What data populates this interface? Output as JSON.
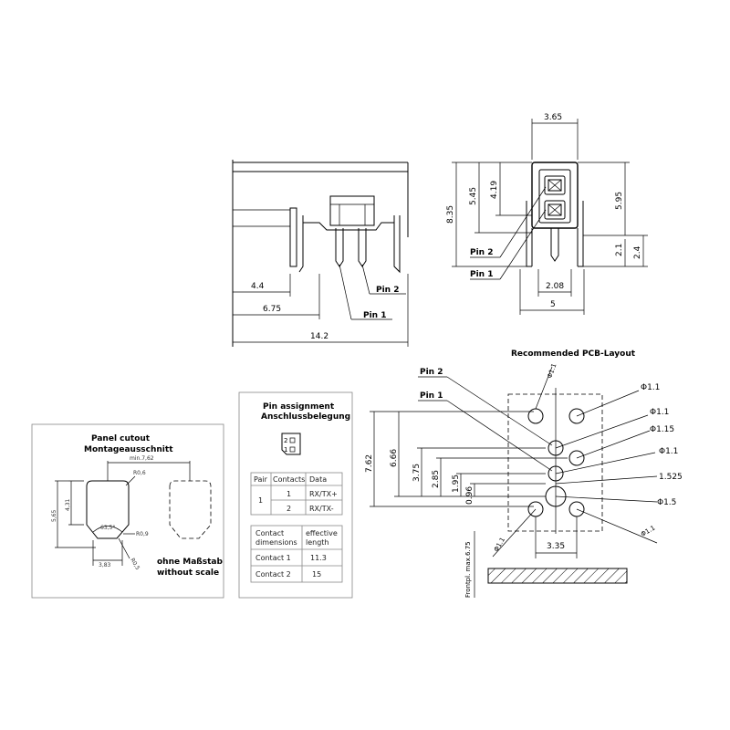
{
  "side_view": {
    "pin1_label": "Pin 1",
    "pin2_label": "Pin 2",
    "dim_4_4": "4.4",
    "dim_6_75": "6.75",
    "dim_14_2": "14.2"
  },
  "front_view": {
    "pin1_label": "Pin 1",
    "pin2_label": "Pin 2",
    "dim_3_65": "3.65",
    "dim_8_35": "8.35",
    "dim_5_45": "5.45",
    "dim_4_19": "4.19",
    "dim_5_95": "5.95",
    "dim_2_1": "2.1",
    "dim_2_4": "2.4",
    "dim_2_08": "2.08",
    "dim_5": "5"
  },
  "panel_cutout": {
    "title": "Panel cutout",
    "subtitle": "Montageausschnitt",
    "dim_min_7_62": "min.7,62",
    "dim_r0_6": "R0,6",
    "dim_4_31": "4,31",
    "dim_5_65": "5,65",
    "dim_angle": "63,5°",
    "dim_r0_9": "R0,9",
    "dim_3_83": "3,83",
    "dim_r0_5": "R0,5",
    "note_de": "ohne Maßstab",
    "note_en": "without scale"
  },
  "pin_assignment": {
    "title": "Pin assignment",
    "subtitle": "Anschlussbelegung",
    "icon_label_2": "2",
    "icon_label_1": "1",
    "table1_headers": [
      "Pair",
      "Contacts",
      "Data"
    ],
    "table1_pair": "1",
    "table1_rows": [
      {
        "contact": "1",
        "data": "RX/TX+"
      },
      {
        "contact": "2",
        "data": "RX/TX-"
      }
    ],
    "table2_headers": [
      "Contact dimensions",
      "effective length"
    ],
    "table2_header_a1": "Contact",
    "table2_header_a2": "dimensions",
    "table2_header_b1": "effective",
    "table2_header_b2": "length",
    "table2_rows": [
      {
        "contact": "Contact 1",
        "length": "11.3"
      },
      {
        "contact": "Contact 2",
        "length": "15"
      }
    ]
  },
  "pcb_layout": {
    "title": "Recommended PCB-Layout",
    "pin1_label": "Pin 1",
    "pin2_label": "Pin 2",
    "dia_1_1_top": "Φ1.1",
    "dia_1_1_a": "Φ1.1",
    "dia_1_1_b": "Φ1.1",
    "dia_1_15": "Φ1.15",
    "dia_1_1_c": "Φ1.1",
    "dim_1_525": "1.525",
    "dia_1_5": "Φ1.5",
    "dia_1_1_d": "Φ1.1",
    "dia_1_1_left": "Φ1.1",
    "dim_7_62": "7.62",
    "dim_6_66": "6.66",
    "dim_3_75": "3.75",
    "dim_2_85": "2.85",
    "dim_1_95": "1.95",
    "dim_0_96": "0.96",
    "dim_3_35": "3.35",
    "frontpl": "Frontpl. max.6.75"
  }
}
